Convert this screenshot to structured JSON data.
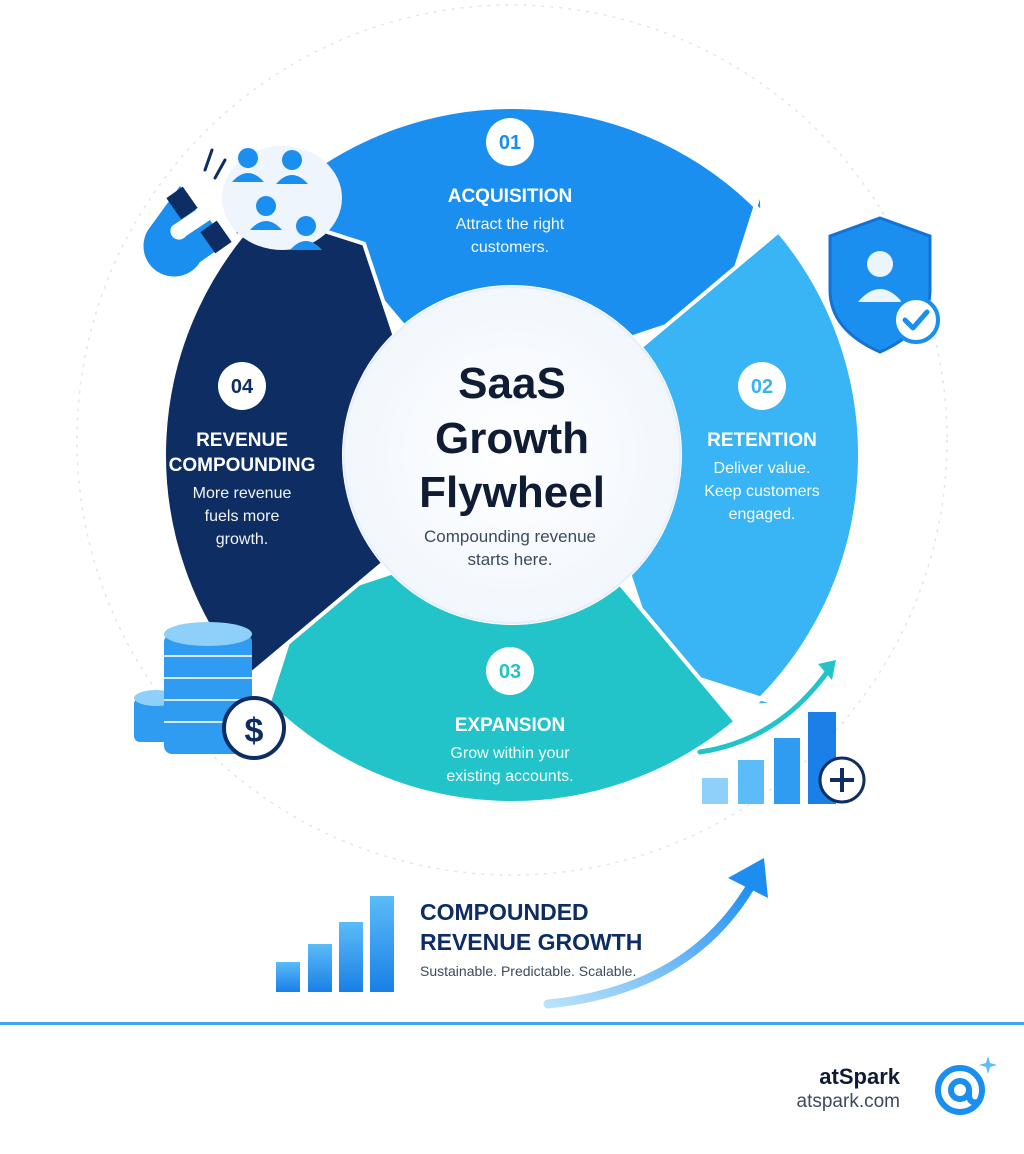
{
  "center": {
    "title_line1": "SaaS",
    "title_line2": "Growth",
    "title_line3": "Flywheel",
    "subtitle_line1": "Compounding revenue",
    "subtitle_line2": "starts here."
  },
  "stages": [
    {
      "number": "01",
      "title_lines": [
        "ACQUISITION"
      ],
      "desc_lines": [
        "Attract the right",
        "customers."
      ],
      "color": "#1a8ff0"
    },
    {
      "number": "02",
      "title_lines": [
        "RETENTION"
      ],
      "desc_lines": [
        "Deliver value.",
        "Keep customers",
        "engaged."
      ],
      "color": "#39b4f4"
    },
    {
      "number": "03",
      "title_lines": [
        "EXPANSION"
      ],
      "desc_lines": [
        "Grow within your",
        "existing accounts."
      ],
      "color": "#22c3c9"
    },
    {
      "number": "04",
      "title_lines": [
        "REVENUE",
        "COMPOUNDING"
      ],
      "desc_lines": [
        "More revenue",
        "fuels more",
        "growth."
      ],
      "color": "#0d2d63"
    }
  ],
  "summary": {
    "title_line1": "COMPOUNDED",
    "title_line2": "REVENUE GROWTH",
    "tagline": "Sustainable. Predictable. Scalable."
  },
  "brand": {
    "name": "atSpark",
    "url": "atspark.com"
  },
  "icons": [
    "magnet-icon",
    "users-icon",
    "shield-user-icon",
    "check-icon",
    "coin-stack-icon",
    "dollar-icon",
    "growth-bars-icon",
    "plus-icon",
    "trend-arrow-icon",
    "at-sign-logo-icon"
  ],
  "colors": {
    "dark_navy": "#0d2d63",
    "blue": "#1a8ff0",
    "light_blue": "#39b4f4",
    "teal": "#22c3c9",
    "text_dark": "#0f1c33"
  }
}
